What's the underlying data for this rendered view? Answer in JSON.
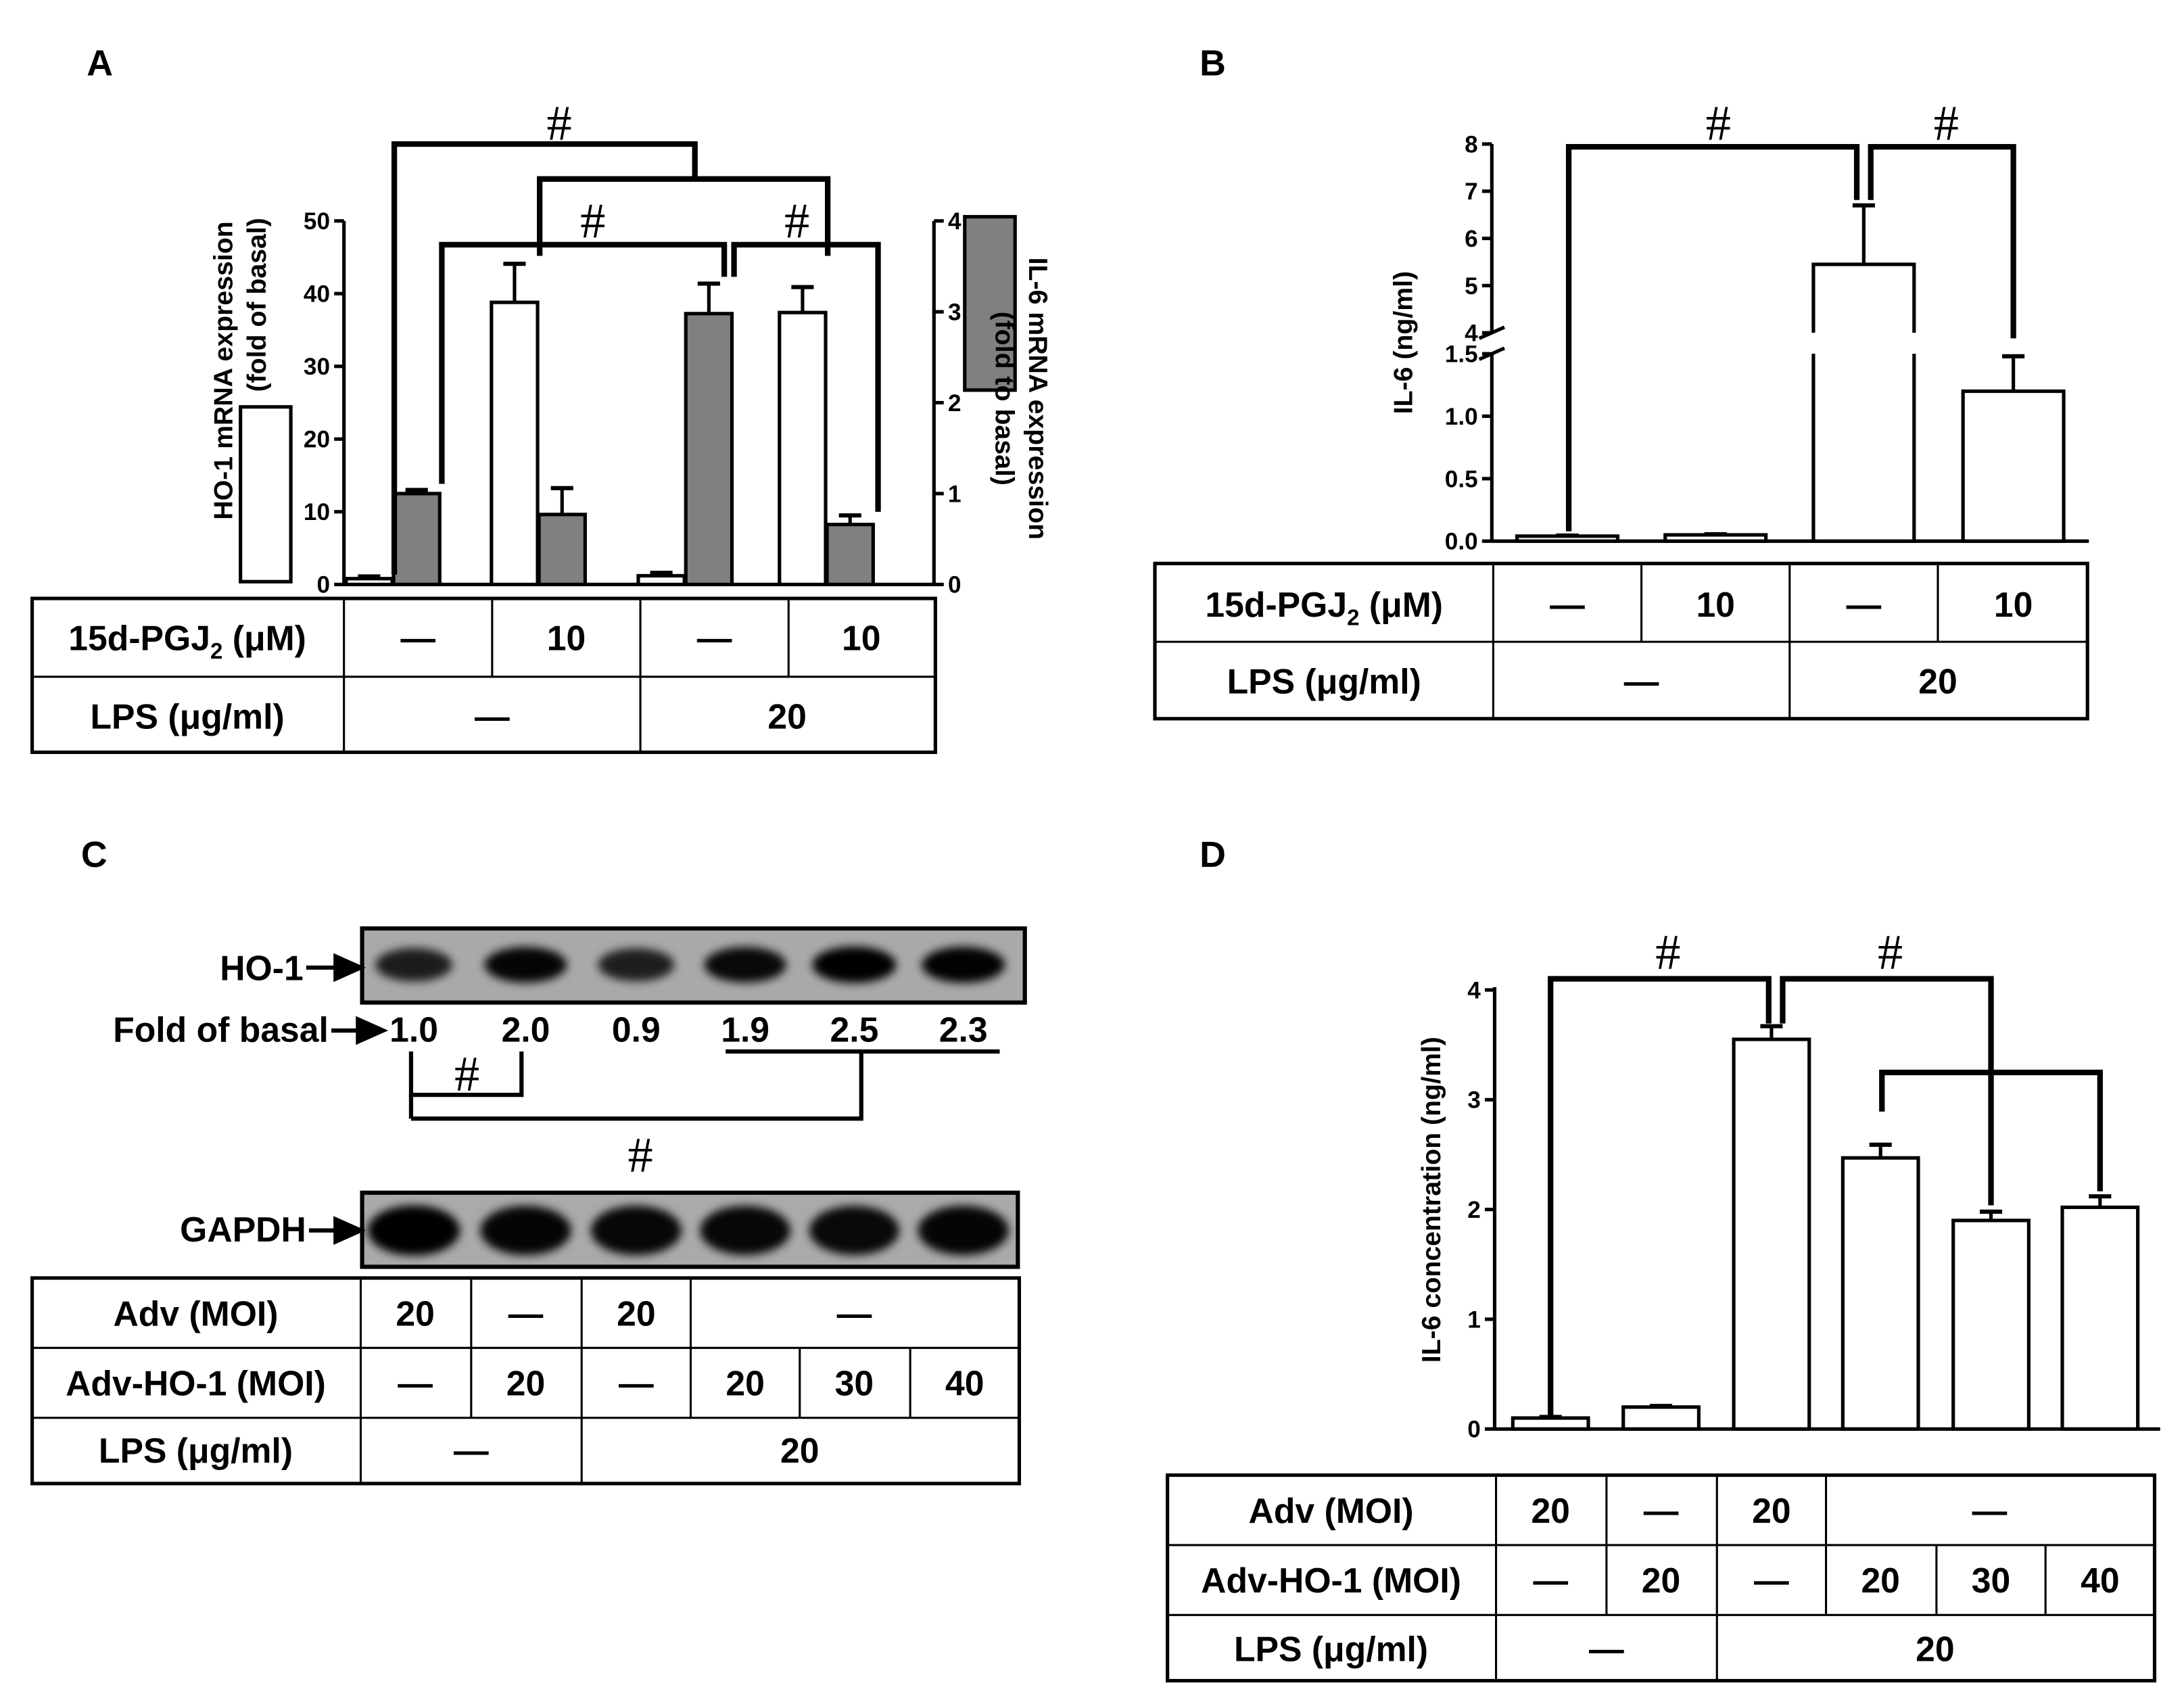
{
  "panels": {
    "A": {
      "label": "A"
    },
    "B": {
      "label": "B"
    },
    "C": {
      "label": "C"
    },
    "D": {
      "label": "D"
    }
  },
  "common": {
    "sig_mark": "#",
    "dash": "—"
  },
  "chart_data": [
    {
      "panel": "A",
      "type": "bar",
      "categories": [
        "— / —",
        "10 / —",
        "— / 20",
        "10 / 20"
      ],
      "ylabel": [
        "HO-1 mRNA expression",
        "(fold of basal)"
      ],
      "ylabel_right": [
        "IL-6 mRNA expression",
        "(fold to basal)"
      ],
      "ylim": [
        0,
        50
      ],
      "yticks": [
        "0",
        "10",
        "20",
        "30",
        "40",
        "50"
      ],
      "ylim_right": [
        0,
        4
      ],
      "yticks_right": [
        "0",
        "1",
        "2",
        "3",
        "4"
      ],
      "grid": false,
      "series": [
        {
          "axis": "left",
          "color": "#ffffff",
          "values": [
            0.8,
            38.8,
            1.2,
            37.4
          ],
          "errors": [
            0.3,
            5.3,
            0.4,
            3.5
          ]
        },
        {
          "axis": "right",
          "color": "#808080",
          "values": [
            1.0,
            0.77,
            2.98,
            0.66
          ],
          "errors": [
            0.04,
            0.29,
            0.33,
            0.1
          ]
        }
      ],
      "table": {
        "rows": [
          {
            "label_main": "15d-PGJ",
            "label_sub": "2",
            "label_tail": " (μM)",
            "cells": [
              "—",
              "10",
              "—",
              "10"
            ]
          },
          {
            "label": "LPS (μg/ml)",
            "cells": [
              "—",
              "20"
            ]
          }
        ]
      }
    },
    {
      "panel": "B",
      "type": "bar",
      "categories": [
        "— / —",
        "10 / —",
        "— / 20",
        "10 / 20"
      ],
      "ylabel": "IL-6  (ng/ml)",
      "ylim_lower": [
        0,
        1.5
      ],
      "yticks_lower": [
        "0.0",
        "0.5",
        "1.0",
        "1.5"
      ],
      "ylim_upper": [
        4,
        8
      ],
      "yticks_upper": [
        "4",
        "5",
        "6",
        "7",
        "8"
      ],
      "axis_break": true,
      "grid": false,
      "values": [
        0.04,
        0.05,
        5.45,
        1.2
      ],
      "errors": [
        0.005,
        0.005,
        1.25,
        0.28
      ],
      "table": {
        "rows": [
          {
            "label_main": "15d-PGJ",
            "label_sub": "2",
            "label_tail": " (μM)",
            "cells": [
              "—",
              "10",
              "—",
              "10"
            ]
          },
          {
            "label": "LPS (μg/ml)",
            "cells": [
              "—",
              "20"
            ]
          }
        ]
      }
    },
    {
      "panel": "D",
      "type": "bar",
      "categories": [
        "Adv 20",
        "Adv-HO-1 20",
        "Adv 20 + LPS",
        "Adv-HO-1 20 + LPS",
        "Adv-HO-1 30 + LPS",
        "Adv-HO-1 40 + LPS"
      ],
      "ylabel": "IL-6 concentration  (ng/ml)",
      "ylim": [
        0,
        4
      ],
      "yticks": [
        "0",
        "1",
        "2",
        "3",
        "4"
      ],
      "grid": false,
      "values": [
        0.1,
        0.2,
        3.55,
        2.47,
        1.9,
        2.02
      ],
      "errors": [
        0.01,
        0.01,
        0.12,
        0.12,
        0.08,
        0.1
      ],
      "table": {
        "rows": [
          {
            "label": "Adv (MOI)",
            "cells": [
              "20",
              "—",
              "20",
              "—"
            ]
          },
          {
            "label": "Adv-HO-1 (MOI)",
            "cells": [
              "—",
              "20",
              "—",
              "20",
              "30",
              "40"
            ]
          },
          {
            "label": "LPS (μg/ml)",
            "cells": [
              "—",
              "20"
            ]
          }
        ]
      }
    }
  ],
  "blot": {
    "bands": [
      {
        "label": "HO-1",
        "intensities": [
          0.72,
          0.95,
          0.7,
          0.92,
          1.0,
          0.98
        ]
      },
      {
        "label": "GAPDH",
        "intensities": [
          1.0,
          0.95,
          0.94,
          0.93,
          0.92,
          0.95
        ]
      }
    ],
    "fold_label": "Fold of basal",
    "fold_values": [
      "1.0",
      "2.0",
      "0.9",
      "1.9",
      "2.5",
      "2.3"
    ],
    "table": {
      "rows": [
        {
          "label": "Adv (MOI)",
          "cells": [
            "20",
            "—",
            "20",
            "—"
          ]
        },
        {
          "label": "Adv-HO-1 (MOI)",
          "cells": [
            "—",
            "20",
            "—",
            "20",
            "30",
            "40"
          ]
        },
        {
          "label": "LPS (μg/ml)",
          "cells": [
            "—",
            "20"
          ]
        }
      ]
    }
  }
}
